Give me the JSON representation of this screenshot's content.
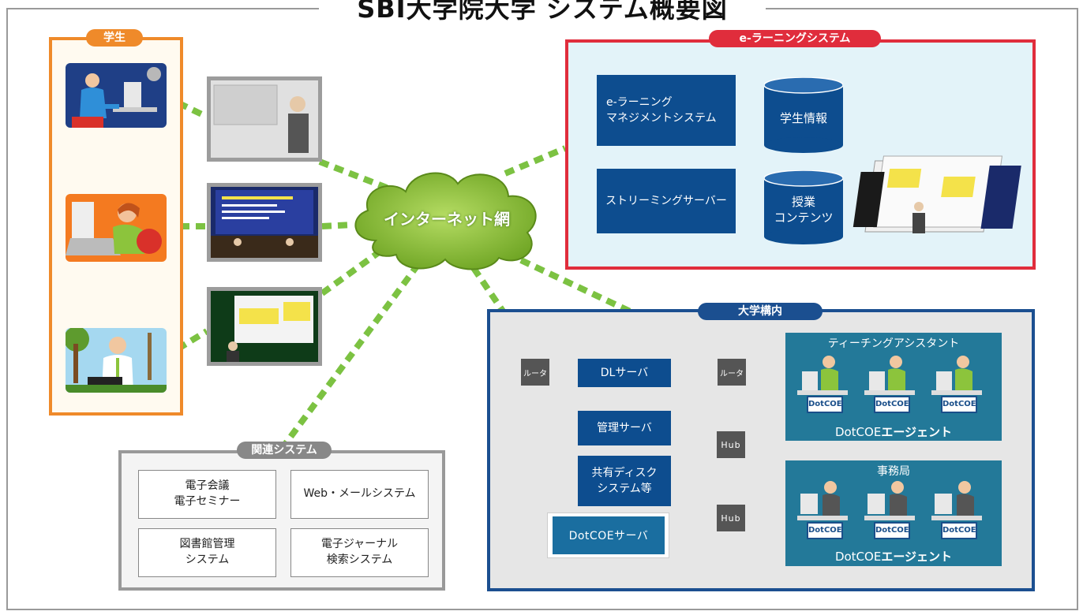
{
  "title": "SBI大学院大学 システム概要図",
  "students": {
    "label": "学生"
  },
  "cloud": {
    "label": "インターネット網"
  },
  "elearning": {
    "label": "e-ラーニングシステム",
    "lms": "e-ラーニング\nマネジメントシステム",
    "streaming": "ストリーミングサーバー",
    "db_student": "学生情報",
    "db_content": "授業\nコンテンツ"
  },
  "campus": {
    "label": "大学構内",
    "router": "ルータ",
    "hub": "Hub",
    "dl_server": "DLサーバ",
    "mgmt_server": "管理サーバ",
    "disk_server": "共有ディスク\nシステム等",
    "dotcoe_server": "DotCOEサーバ",
    "ta_title": "ティーチングアシスタント",
    "office_title": "事務局",
    "agent_prefix": "DotCOE",
    "agent_suffix": "エージェント",
    "badge": "DotCOE"
  },
  "related": {
    "label": "関連システム",
    "items": [
      "電子会議\n電子セミナー",
      "Web・メールシステム",
      "図書館管理\nシステム",
      "電子ジャーナル\n検索システム"
    ]
  },
  "colors": {
    "students": "#ef8a2a",
    "elearning": "#e02d3c",
    "campus": "#1b4f90",
    "related": "#999999",
    "link": "#7cc242",
    "cloud": "#8cc43c"
  }
}
